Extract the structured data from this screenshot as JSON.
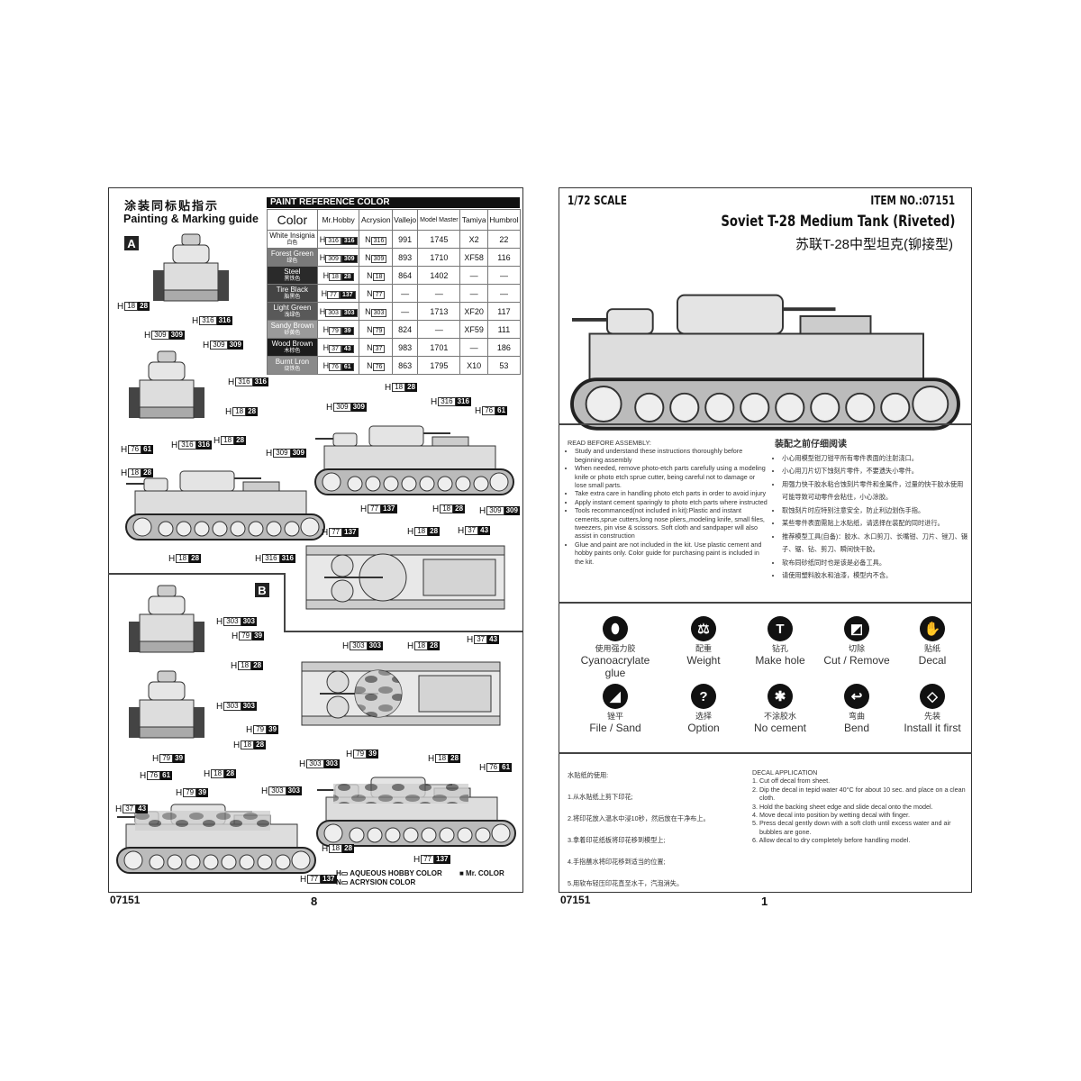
{
  "left_page": {
    "title_cn": "涂装同标贴指示",
    "title_en": "Painting & Marking guide",
    "scheme_a": "A",
    "scheme_b": "B",
    "paint_table": {
      "title": "PAINT  REFERENCE COLOR",
      "headers": [
        "Color",
        "Mr.Hobby",
        "Acrysion",
        "Vallejo",
        "Model Master",
        "Tamiya",
        "Humbrol"
      ],
      "rows": [
        {
          "name": "White Insignia",
          "cn": "白色",
          "bg": "#ffffff",
          "fg": "#111111",
          "h1": "316",
          "h2": "316",
          "n": "316",
          "vallejo": "991",
          "mm": "1745",
          "tamiya": "X2",
          "humbrol": "22"
        },
        {
          "name": "Forest Green",
          "cn": "绿色",
          "bg": "#7a7a7a",
          "fg": "#ffffff",
          "h1": "309",
          "h2": "309",
          "n": "309",
          "vallejo": "893",
          "mm": "1710",
          "tamiya": "XF58",
          "humbrol": "116"
        },
        {
          "name": "Steel",
          "cn": "黑铁色",
          "bg": "#2a2a2a",
          "fg": "#ffffff",
          "h1": "18",
          "h2": "28",
          "n": "18",
          "vallejo": "864",
          "mm": "1402",
          "tamiya": "—",
          "humbrol": "—"
        },
        {
          "name": "Tire Black",
          "cn": "胎黑色",
          "bg": "#444444",
          "fg": "#ffffff",
          "h1": "77",
          "h2": "137",
          "n": "77",
          "vallejo": "—",
          "mm": "—",
          "tamiya": "—",
          "humbrol": "—"
        },
        {
          "name": "Light Green",
          "cn": "浅绿色",
          "bg": "#595959",
          "fg": "#ffffff",
          "h1": "303",
          "h2": "303",
          "n": "303",
          "vallejo": "—",
          "mm": "1713",
          "tamiya": "XF20",
          "humbrol": "117"
        },
        {
          "name": "Sandy Brown",
          "cn": "砂黄色",
          "bg": "#9a9a9a",
          "fg": "#ffffff",
          "h1": "79",
          "h2": "39",
          "n": "79",
          "vallejo": "824",
          "mm": "—",
          "tamiya": "XF59",
          "humbrol": "111"
        },
        {
          "name": "Wood Brown",
          "cn": "木棕色",
          "bg": "#1c1c1c",
          "fg": "#ffffff",
          "h1": "37",
          "h2": "43",
          "n": "37",
          "vallejo": "983",
          "mm": "1701",
          "tamiya": "—",
          "humbrol": "186"
        },
        {
          "name": "Burnt Lron",
          "cn": "烧铁色",
          "bg": "#8a8a8a",
          "fg": "#ffffff",
          "h1": "76",
          "h2": "61",
          "n": "76",
          "vallejo": "863",
          "mm": "1795",
          "tamiya": "X10",
          "humbrol": "53"
        }
      ],
      "h_prefix": "H",
      "n_prefix": "N"
    },
    "callouts": [
      [
        "18",
        "28"
      ],
      [
        "316",
        "316"
      ],
      [
        "309",
        "309"
      ],
      [
        "309",
        "309"
      ],
      [
        "316",
        "316"
      ],
      [
        "18",
        "28"
      ],
      [
        "18",
        "28"
      ],
      [
        "76",
        "61"
      ],
      [
        "316",
        "316"
      ],
      [
        "309",
        "309"
      ],
      [
        "18",
        "28"
      ],
      [
        "18",
        "28"
      ],
      [
        "316",
        "316"
      ],
      [
        "309",
        "309"
      ],
      [
        "76",
        "61"
      ],
      [
        "77",
        "137"
      ],
      [
        "18",
        "28"
      ],
      [
        "309",
        "309"
      ],
      [
        "77",
        "137"
      ],
      [
        "18",
        "28"
      ],
      [
        "37",
        "43"
      ],
      [
        "18",
        "28"
      ],
      [
        "316",
        "316"
      ],
      [
        "303",
        "303"
      ],
      [
        "79",
        "39"
      ],
      [
        "18",
        "28"
      ],
      [
        "303",
        "303"
      ],
      [
        "303",
        "303"
      ],
      [
        "18",
        "28"
      ],
      [
        "37",
        "43"
      ],
      [
        "79",
        "39"
      ],
      [
        "18",
        "28"
      ],
      [
        "79",
        "39"
      ],
      [
        "79",
        "39"
      ],
      [
        "18",
        "28"
      ],
      [
        "303",
        "303"
      ],
      [
        "76",
        "61"
      ],
      [
        "76",
        "61"
      ],
      [
        "18",
        "28"
      ],
      [
        "79",
        "39"
      ],
      [
        "303",
        "303"
      ],
      [
        "37",
        "43"
      ],
      [
        "18",
        "28"
      ],
      [
        "77",
        "137"
      ],
      [
        "77",
        "137"
      ]
    ],
    "legend": {
      "h_line": "H▭ AQUEOUS HOBBY COLOR",
      "mr_color": "■ Mr. COLOR",
      "n_line": "N▭ ACRYSION COLOR"
    },
    "footer_item": "07151",
    "page_number": "8"
  },
  "right_page": {
    "scale": "1/72  SCALE",
    "item_no": "ITEM  NO.:07151",
    "title_en": "Soviet T-28 Medium Tank (Riveted)",
    "title_cn": "苏联T-28中型坦克(铆接型)",
    "read_before": {
      "heading": "READ BEFORE ASSEMBLY:",
      "items": [
        "Study and understand these instructions thoroughly before beginning assembly",
        "When needed, remove photo-etch parts carefully using a modeling knife or photo etch sprue cutter, being careful not to damage or lose small parts.",
        "Take extra care in handling photo etch parts in order to avoid injury",
        "Apply instant cement sparingly to photo etch parts where instructed",
        "Tools recommanced(not included in kit):Plastic and instant cements,sprue cutters,long nose pliers,,modeling knife, small files, tweezers, pin vise & scissors. Soft cloth and sandpaper will also assist in construction",
        "Glue and paint are not included in the kit. Use plastic cement and hobby paints only. Color guide for purchasing paint is included in the kit."
      ]
    },
    "read_before_cn": {
      "heading": "装配之前仔细阅读",
      "items": [
        "小心用模型钳刀钳平所有零件表面的注射浇口。",
        "小心用刀片切下蚀刻片零件，不要遗失小零件。",
        "用强力快干胶水粘合蚀刻片零件和金属件，过量的快干胶水使用可能导致可动零件会粘住，小心涂胶。",
        "取蚀刻片时应特别注意安全，防止利边划伤手指。",
        "某些零件表面需贴上水贴纸，请选择在装配的同时进行。",
        "推荐模型工具(自备)：胶水、水口剪刀、长嘴钳、刀片、锉刀、镊子、锯、钻、剪刀、瞬间快干胶。",
        "软布同砂纸同时也是该是必备工具。",
        "请使用塑料胶水和油漆，模型内不含。"
      ]
    },
    "icons": [
      {
        "cn": "使用强力胶",
        "en": "Cyanoacrylate glue",
        "icon": "glue-drop-icon",
        "glyph": "⬮"
      },
      {
        "cn": "配重",
        "en": "Weight",
        "icon": "weight-icon",
        "glyph": "⚖"
      },
      {
        "cn": "钻孔",
        "en": "Make hole",
        "icon": "drill-icon",
        "glyph": "T"
      },
      {
        "cn": "切除",
        "en": "Cut / Remove",
        "icon": "cut-icon",
        "glyph": "◩"
      },
      {
        "cn": "贴纸",
        "en": "Decal",
        "icon": "decal-icon",
        "glyph": "✋"
      },
      {
        "cn": "锉平",
        "en": "File / Sand",
        "icon": "file-icon",
        "glyph": "◢"
      },
      {
        "cn": "选择",
        "en": "Option",
        "icon": "question-icon",
        "glyph": "?"
      },
      {
        "cn": "不涂胶水",
        "en": "No cement",
        "icon": "no-cement-icon",
        "glyph": "✱"
      },
      {
        "cn": "弯曲",
        "en": "Bend",
        "icon": "bend-icon",
        "glyph": "↩"
      },
      {
        "cn": "先装",
        "en": "Install it first",
        "icon": "install-first-icon",
        "glyph": "◇"
      }
    ],
    "decal_cn": {
      "heading": "水贴纸的使用:",
      "items": [
        "1.从水贴纸上剪下印花;",
        "2.将印花放入温水中浸10秒，然后放在干净布上。",
        "3.拿着印花纸板将印花移到模型上;",
        "4.手指蘸水将印花移到适当的位置;",
        "5.用软布轻压印花直至水干，汽泡消失。"
      ]
    },
    "decal_en": {
      "heading": "DECAL APPLICATION",
      "items": [
        "1. Cut off decal from sheet.",
        "2. Dip the decal in tepid water 40°C for about 10 sec. and place on a clean cloth.",
        "3. Hold the backing sheet edge and slide decal onto the model.",
        "4. Move decal into position by wetting decal with finger.",
        "5. Press decal gently down with a soft cloth until excess water and air bubbles are gone.",
        "6. Allow decal to dry completely before handling model."
      ]
    },
    "footer_item": "07151",
    "page_number": "1"
  }
}
